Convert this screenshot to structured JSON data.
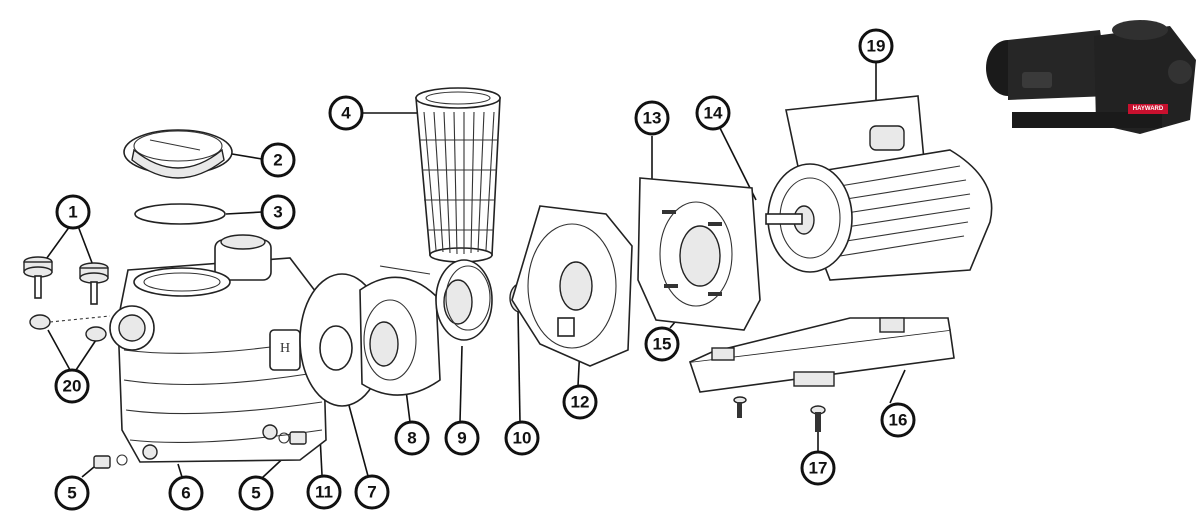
{
  "callouts": [
    {
      "label": "1"
    },
    {
      "label": "2"
    },
    {
      "label": "3"
    },
    {
      "label": "4"
    },
    {
      "label": "5"
    },
    {
      "label": "6"
    },
    {
      "label": "5"
    },
    {
      "label": "11"
    },
    {
      "label": "7"
    },
    {
      "label": "8"
    },
    {
      "label": "9"
    },
    {
      "label": "10"
    },
    {
      "label": "12"
    },
    {
      "label": "13"
    },
    {
      "label": "14"
    },
    {
      "label": "15"
    },
    {
      "label": "16"
    },
    {
      "label": "17"
    },
    {
      "label": "19"
    },
    {
      "label": "20"
    }
  ],
  "photo": {
    "brand_badge": "HAYWARD",
    "brand_color": "#c8102e"
  }
}
